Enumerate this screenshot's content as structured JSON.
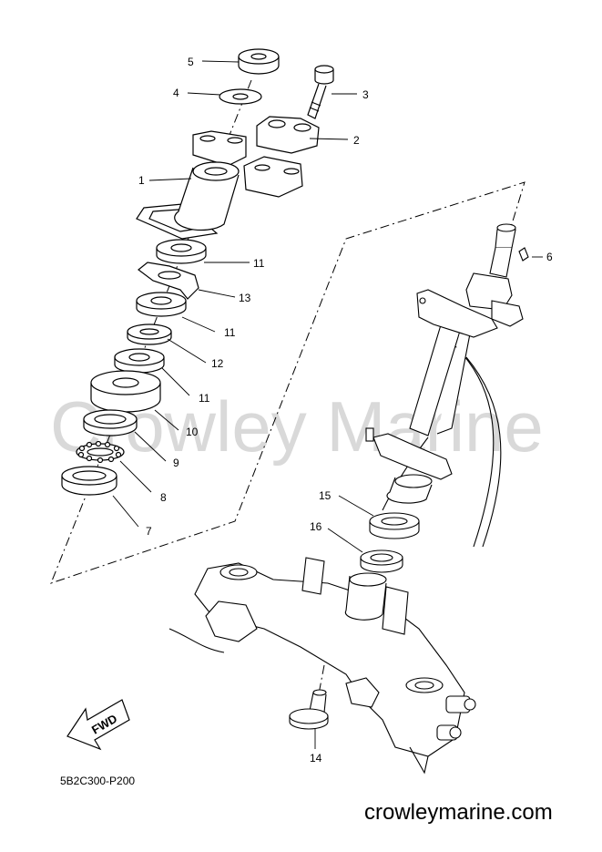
{
  "diagram": {
    "code": "5B2C300-P200",
    "site": "crowleymarine.com",
    "watermark": "Crowley Marine",
    "fwd_label": "FWD",
    "callouts": {
      "c1": "1",
      "c2": "2",
      "c3": "3",
      "c4": "4",
      "c5": "5",
      "c6": "6",
      "c7": "7",
      "c8": "8",
      "c9": "9",
      "c10": "10",
      "c11a": "11",
      "c11b": "11",
      "c11c": "11",
      "c12": "12",
      "c13": "13",
      "c14": "14",
      "c15": "15",
      "c16": "16"
    }
  }
}
